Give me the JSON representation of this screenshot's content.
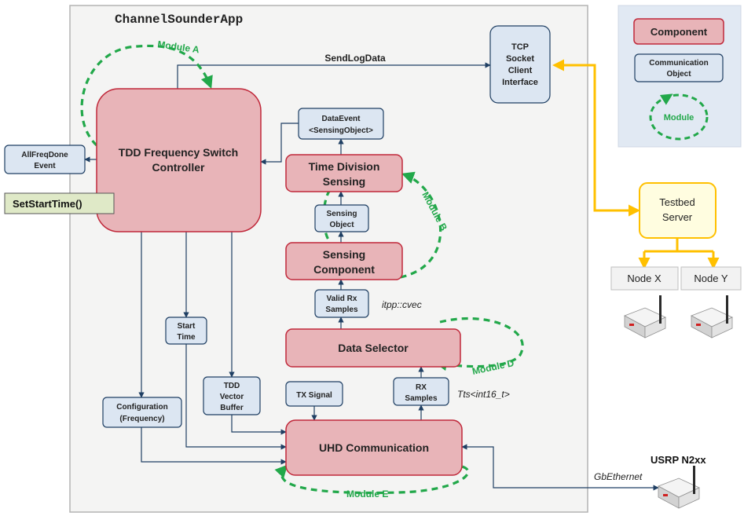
{
  "app_title": "ChannelSounderApp",
  "components": {
    "tdd_controller": [
      "TDD Frequency Switch",
      "Controller"
    ],
    "time_division_sensing": [
      "Time Division",
      "Sensing"
    ],
    "sensing_component": [
      "Sensing",
      "Component"
    ],
    "data_selector": [
      "Data Selector"
    ],
    "uhd_communication": [
      "UHD Communication"
    ]
  },
  "objects": {
    "tcp_socket": [
      "TCP",
      "Socket",
      "Client",
      "Interface"
    ],
    "data_event": [
      "DataEvent",
      "<SensingObject>"
    ],
    "sensing_object": [
      "Sensing",
      "Object"
    ],
    "valid_rx_samples": [
      "Valid Rx",
      "Samples"
    ],
    "all_freq_done": [
      "AllFreqDone",
      "Event"
    ],
    "start_time": [
      "Start",
      "Time"
    ],
    "tdd_vector_buffer": [
      "TDD",
      "Vector",
      "Buffer"
    ],
    "configuration": [
      "Configuration",
      "(Frequency)"
    ],
    "tx_signal": [
      "TX Signal"
    ],
    "rx_samples": [
      "RX",
      "Samples"
    ]
  },
  "set_start_time": "SetStartTime()",
  "labels": {
    "send_log_data": "SendLogData",
    "itpp_cvec": "itpp::cvec",
    "tts_int16": "Tts<int16_t>",
    "gb_ethernet": "GbEthernet",
    "usrp": "USRP N2xx"
  },
  "modules": {
    "a": "Module A",
    "b": "Module B",
    "d": "Module D",
    "e": "Module E"
  },
  "legend": {
    "component": "Component",
    "communication_object": [
      "Communication",
      "Object"
    ],
    "module": "Module"
  },
  "testbed": {
    "server": [
      "Testbed",
      "Server"
    ],
    "node_x": "Node X",
    "node_y": "Node Y"
  },
  "colors": {
    "component_fill": "#e8b4b8",
    "component_stroke": "#c0283a",
    "object_fill": "#dce6f2",
    "object_stroke": "#1f3f63",
    "module_green": "#22a84a",
    "testbed_stroke": "#ffc000",
    "testbed_fill": "#fffde0",
    "arrow": "#1f3f63",
    "frame_stroke": "#b3b3b3",
    "frame_fill": "#f4f4f3",
    "legend_fill": "#e1e9f3",
    "set_start_fill": "#dfe9c7",
    "node_fill": "#f2f2f2"
  },
  "icons": {
    "usrp_device": "router-icon",
    "node_device": "router-icon"
  }
}
